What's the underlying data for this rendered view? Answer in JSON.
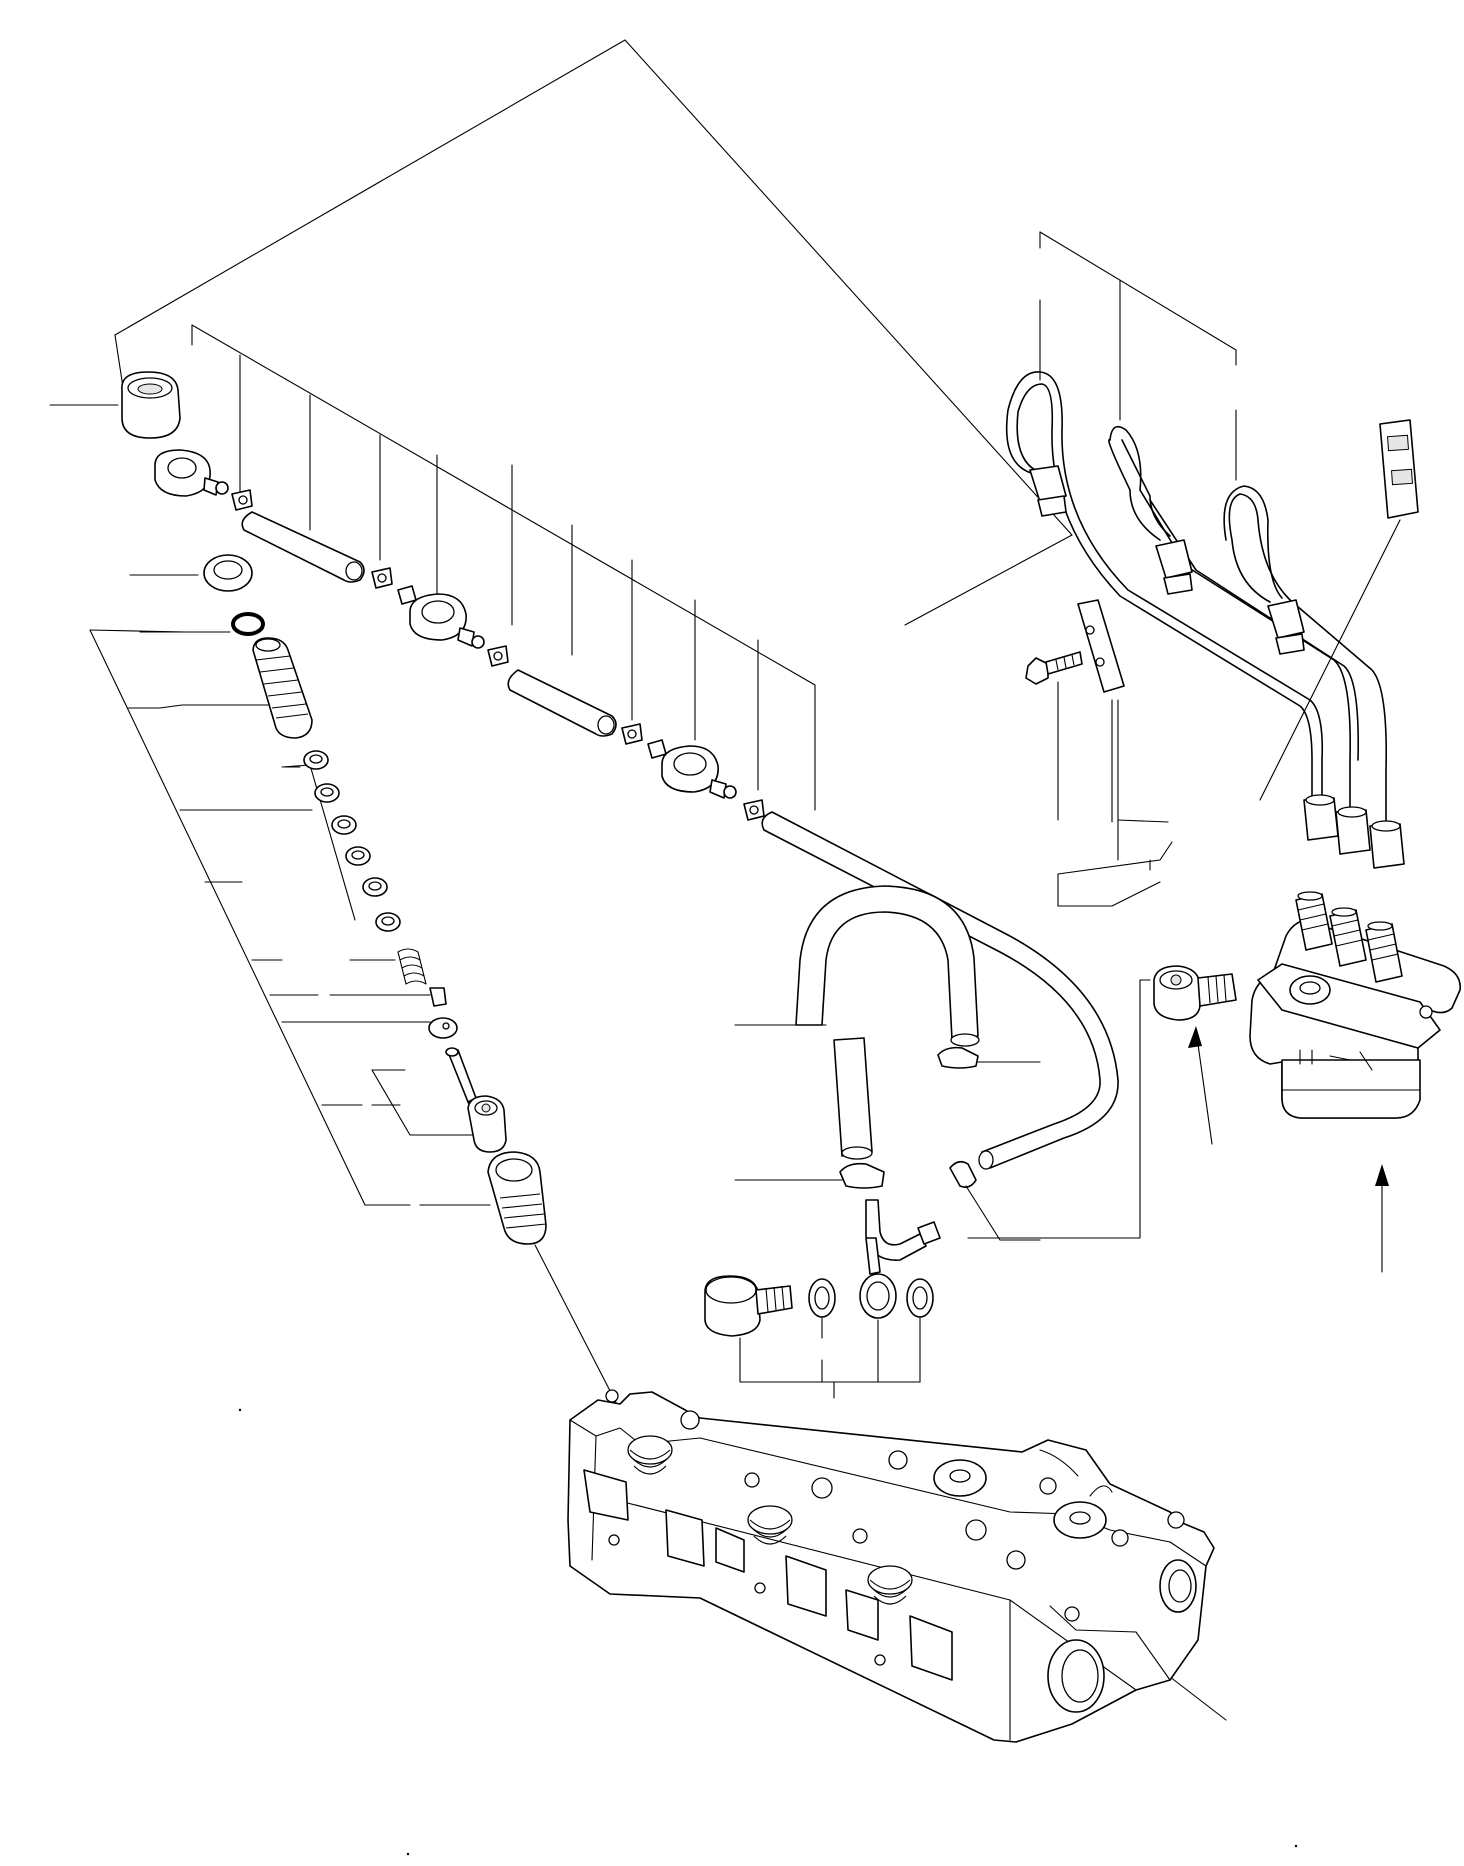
{
  "diagram": {
    "background": "#ffffff",
    "stroke": "#000000",
    "parts": [
      "injection-pump",
      "injection-pipes",
      "pipe-clamp",
      "clamp-bolt",
      "injector-nozzle-assembly",
      "nozzle-holder",
      "nozzle-shims",
      "nozzle-spring",
      "nozzle-needle",
      "retaining-nut",
      "banjo-fitting",
      "leak-off-hose",
      "hose-clip",
      "return-pipe",
      "banjo-bolt",
      "gaskets",
      "cylinder-head"
    ],
    "arrows": 4
  }
}
